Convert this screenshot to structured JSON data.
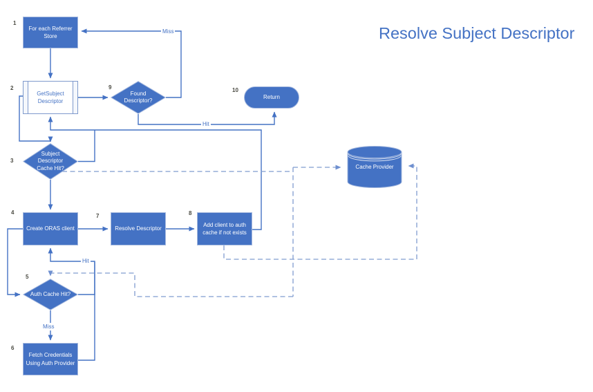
{
  "title": "Resolve Subject Descriptor",
  "nodes": {
    "for_each_referrer_store": {
      "number": "1",
      "label": "For each Referrer\nStore"
    },
    "get_subject_descriptor": {
      "number": "2",
      "label": "GetSubject\nDescriptor"
    },
    "subject_descriptor_cache_hit": {
      "number": "3",
      "label": "Subject\nDescriptor\nCache Hit?"
    },
    "create_oras_client": {
      "number": "4",
      "label": "Create ORAS client"
    },
    "auth_cache_hit": {
      "number": "5",
      "label": "Auth Cache Hit?"
    },
    "fetch_credentials": {
      "number": "6",
      "label": "Fetch Credentials\nUsing Auth Provider"
    },
    "resolve_descriptor": {
      "number": "7",
      "label": "Resolve Descriptor"
    },
    "add_client_to_auth_cache": {
      "number": "8",
      "label": "Add client to auth\ncache if not exists"
    },
    "found_descriptor": {
      "number": "9",
      "label": "Found\nDescriptor?"
    },
    "return": {
      "number": "10",
      "label": "Return"
    },
    "cache_provider": {
      "label": "Cache Provider"
    }
  },
  "edge_labels": {
    "found_descriptor_miss": "Miss",
    "found_descriptor_hit": "Hit",
    "auth_cache_hit_hit": "Hit",
    "auth_cache_hit_miss": "Miss"
  },
  "colors": {
    "accent": "#4472C4",
    "shape_fill": "#4472C4",
    "shape_border": "#A6B9DE",
    "solid_connector": "#4472C4",
    "dashed_connector": "#7F9CCF",
    "edge_label_text": "#4472C4",
    "step_number_text": "#4A4A42",
    "title_text": "#4472C4"
  }
}
